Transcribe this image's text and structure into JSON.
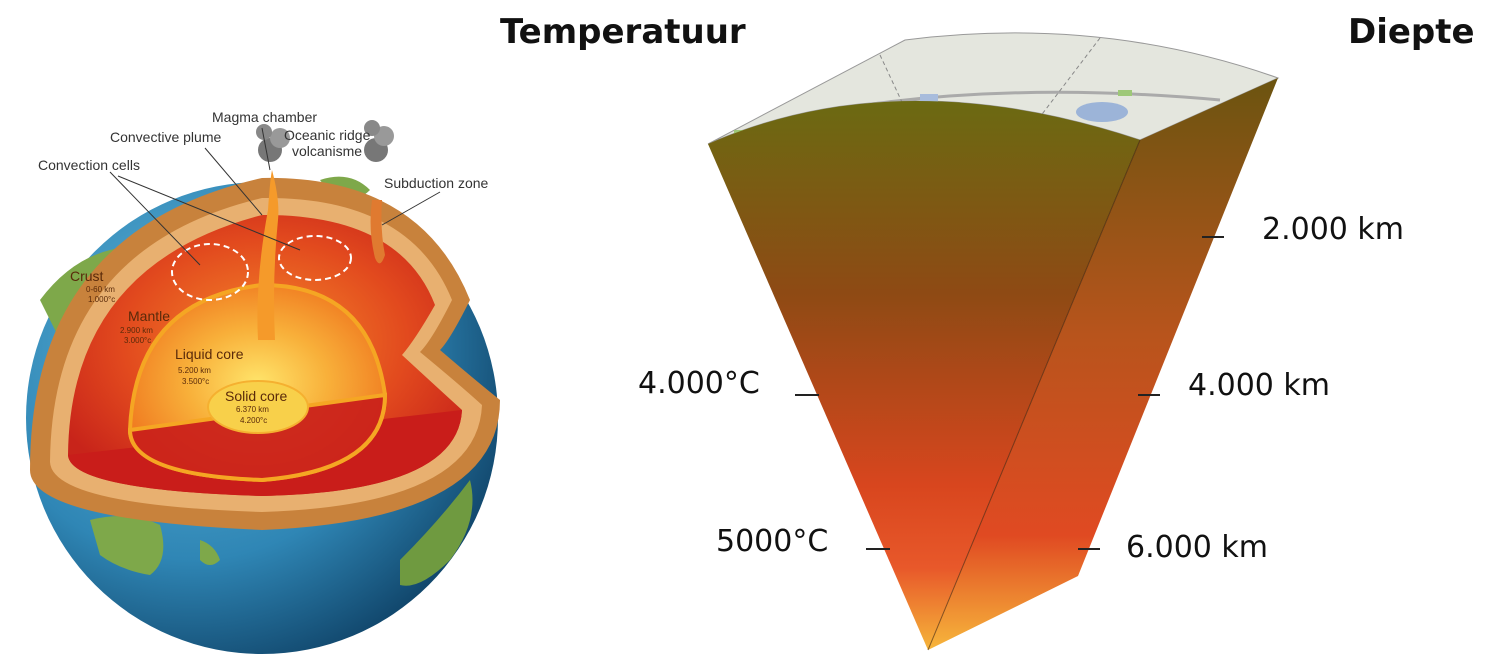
{
  "headings": {
    "temperature": "Temperatuur",
    "depth": "Diepte"
  },
  "earth_diagram": {
    "callouts": {
      "magma_chamber": "Magma chamber",
      "convective_plume": "Convective plume",
      "oceanic_ridge_line1": "Oceanic ridge",
      "oceanic_ridge_line2": "volcanisme",
      "convection_cells": "Convection cells",
      "subduction_zone": "Subduction zone"
    },
    "layers": {
      "crust": {
        "name": "Crust",
        "line1": "0-60 km",
        "line2": "1.000°c"
      },
      "mantle": {
        "name": "Mantle",
        "line1": "2.900 km",
        "line2": "3.000°c"
      },
      "liquid_core": {
        "name": "Liquid core",
        "line1": "5.200 km",
        "line2": "3.500°c"
      },
      "solid_core": {
        "name": "Solid core",
        "line1": "6.370 km",
        "line2": "4.200°c"
      }
    }
  },
  "wedge_diagram": {
    "temperatures": [
      "4.000°C",
      "5000°C"
    ],
    "depths": [
      "2.000 km",
      "4.000 km",
      "6.000 km"
    ]
  },
  "colors": {
    "ocean": "#2f86b5",
    "land": "#7ea84a",
    "crust": "#c8823c",
    "mantle_outer": "#d9361c",
    "core_inner": "#f8d04a",
    "wedge_top": "#6b6a12",
    "wedge_bottom": "#f5b43a"
  }
}
